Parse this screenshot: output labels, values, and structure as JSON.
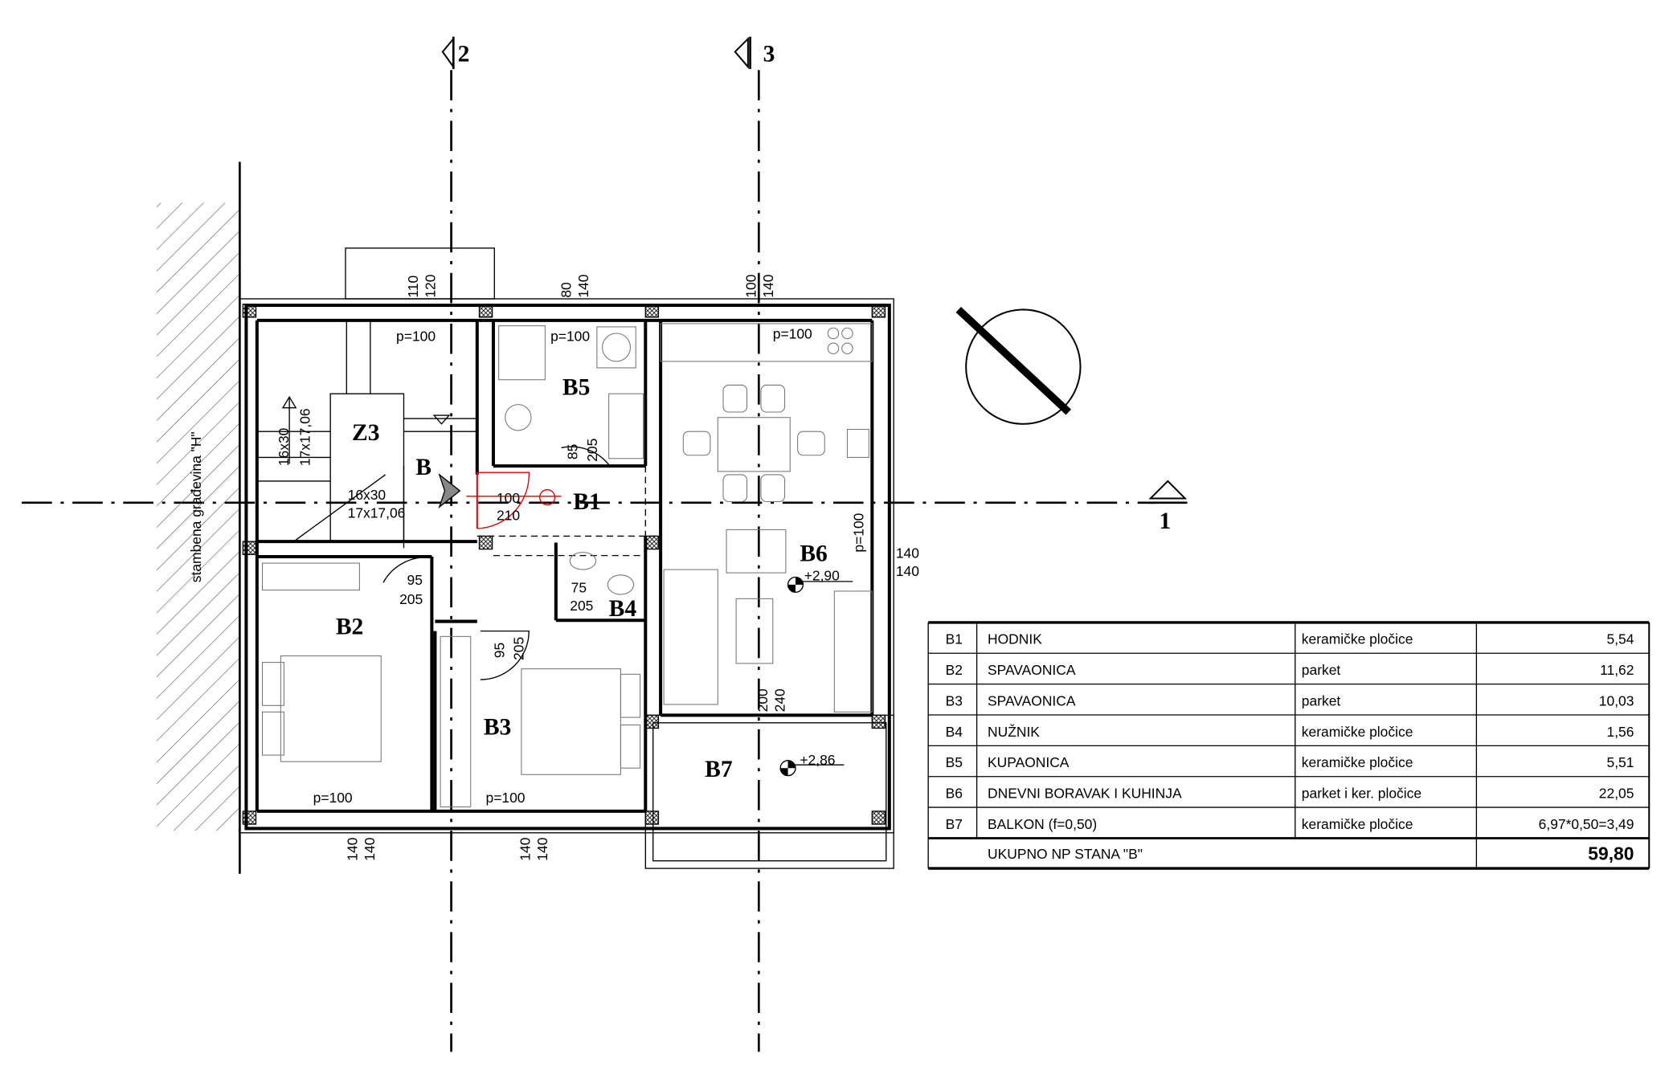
{
  "axes": {
    "a2": "2",
    "a3": "3",
    "a1": "1"
  },
  "neighbor_label": "stambena građevina \"H\"",
  "rooms": {
    "z3": "Z3",
    "entry": "B",
    "b1": "B1",
    "b2": "B2",
    "b3": "B3",
    "b4": "B4",
    "b5": "B5",
    "b6": "B6",
    "b7": "B7"
  },
  "dims": {
    "w1a": "110",
    "w1b": "120",
    "w2a": "80",
    "w2b": "140",
    "w3a": "100",
    "w3b": "140",
    "p1": "p=100",
    "p2": "p=100",
    "p3": "p=100",
    "p4": "p=100",
    "p5": "p=100",
    "d_b5a": "85",
    "d_b5b": "205",
    "d_entry_a": "100",
    "d_entry_b": "210",
    "stair1a": "16x30",
    "stair1b": "17x17,06",
    "stair2a": "16x30",
    "stair2b": "17x17,06",
    "d_b2a": "95",
    "d_b2b": "205",
    "d_b4a": "75",
    "d_b4b": "205",
    "d_b3a": "95",
    "d_b3b": "205",
    "p_b6": "p=100",
    "w_b6a": "140",
    "w_b6b": "140",
    "d_b7a": "200",
    "d_b7b": "240",
    "lvl_b6": "+2,90",
    "lvl_b7": "+2,86",
    "bw1a": "140",
    "bw1b": "140",
    "bw2a": "140",
    "bw2b": "140"
  },
  "table": {
    "rows": [
      {
        "id": "B1",
        "name": "HODNIK",
        "floor": "keramičke pločice",
        "area": "5,54"
      },
      {
        "id": "B2",
        "name": "SPAVAONICA",
        "floor": "parket",
        "area": "11,62"
      },
      {
        "id": "B3",
        "name": "SPAVAONICA",
        "floor": "parket",
        "area": "10,03"
      },
      {
        "id": "B4",
        "name": "NUŽNIK",
        "floor": "keramičke pločice",
        "area": "1,56"
      },
      {
        "id": "B5",
        "name": "KUPAONICA",
        "floor": "keramičke pločice",
        "area": "5,51"
      },
      {
        "id": "B6",
        "name": "DNEVNI BORAVAK I KUHINJA",
        "floor": "parket i ker. pločice",
        "area": "22,05"
      },
      {
        "id": "B7",
        "name": "BALKON (f=0,50)",
        "floor": "keramičke pločice",
        "area": "6,97*0,50=3,49"
      }
    ],
    "total_label": "UKUPNO NP STANA \"B\"",
    "total_value": "59,80"
  }
}
